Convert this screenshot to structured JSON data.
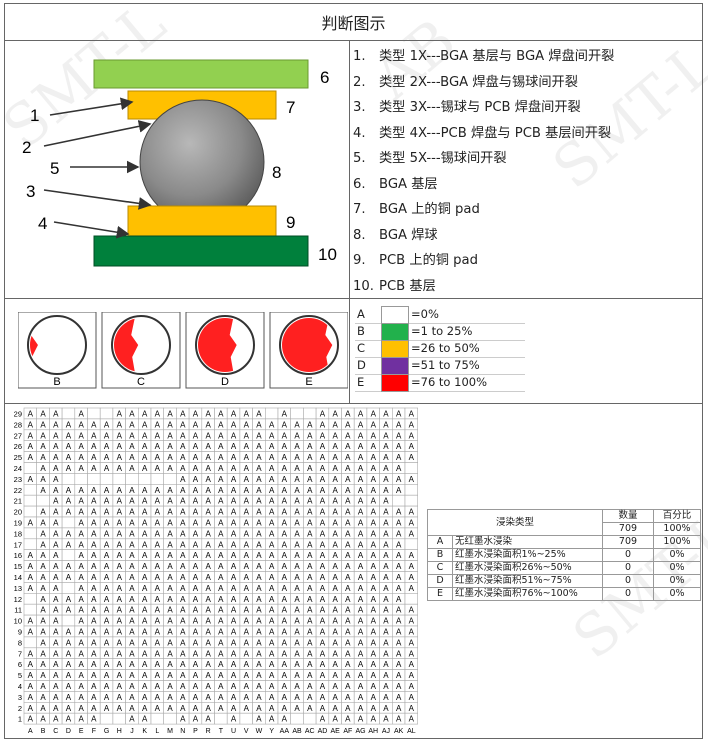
{
  "title": "判断图示",
  "diagram_numbers": [
    "1",
    "2",
    "3",
    "4",
    "5",
    "6",
    "7",
    "8",
    "9",
    "10"
  ],
  "items": [
    {
      "n": "1.",
      "text": "类型 1X---BGA 基层与 BGA 焊盘间开裂"
    },
    {
      "n": "2.",
      "text": "类型 2X---BGA 焊盘与锡球间开裂"
    },
    {
      "n": "3.",
      "text": "类型 3X---锡球与 PCB 焊盘间开裂"
    },
    {
      "n": "4.",
      "text": "类型 4X---PCB 焊盘与 PCB 基层间开裂"
    },
    {
      "n": "5.",
      "text": "类型 5X---锡球间开裂"
    },
    {
      "n": "6.",
      "text": "BGA 基层"
    },
    {
      "n": "7.",
      "text": "BGA 上的铜 pad"
    },
    {
      "n": "8.",
      "text": "BGA 焊球"
    },
    {
      "n": "9.",
      "text": "PCB 上的铜 pad"
    },
    {
      "n": "10.",
      "text": "PCB 基层"
    }
  ],
  "samples": [
    "B",
    "C",
    "D",
    "E"
  ],
  "sample_fill": [
    0.12,
    0.4,
    0.65,
    0.85
  ],
  "legend": [
    {
      "code": "A",
      "color": "#ffffff",
      "label": "=0%"
    },
    {
      "code": "B",
      "color": "#22b14c",
      "label": "=1 to 25%"
    },
    {
      "code": "C",
      "color": "#ffc000",
      "label": "=26 to 50%"
    },
    {
      "code": "D",
      "color": "#7030a0",
      "label": "=51 to 75%"
    },
    {
      "code": "E",
      "color": "#ff0000",
      "label": "=76 to 100%"
    }
  ],
  "grid": {
    "cols": [
      "A",
      "B",
      "C",
      "D",
      "E",
      "F",
      "G",
      "H",
      "J",
      "K",
      "L",
      "M",
      "N",
      "P",
      "R",
      "T",
      "U",
      "V",
      "W",
      "Y",
      "AA",
      "AB",
      "AC",
      "AD",
      "AE",
      "AF",
      "AG",
      "AH",
      "AJ",
      "AK",
      "AL"
    ],
    "rows": [
      {
        "label": "29",
        "cells": "AAA.A..AAAAAAAAAAAA.A..AAAAAAAA"
      },
      {
        "label": "28",
        "cells": "AAAAAAAAAAAAAAAAAAAAAAAAAAAAAAA"
      },
      {
        "label": "27",
        "cells": "AAAAAAAAAAAAAAAAAAAAAAAAAAAAAAA"
      },
      {
        "label": "26",
        "cells": "AAAAAAAAAAAAAAAAAAAAAAAAAAAAAAA"
      },
      {
        "label": "25",
        "cells": "AAAAAAAAAAAAAAAAAAAAAAAAAAAAAAA"
      },
      {
        "label": "24",
        "cells": ".AAAAAAAAAAAAAAAAAAAAAAAAAAAAA."
      },
      {
        "label": "23",
        "cells": "AAA.........AAAAAAAAAAAAAAAAAAA"
      },
      {
        "label": "22",
        "cells": ".AAAAAAAAAAAAAAAAAAAAAAAAAAAAA."
      },
      {
        "label": "21",
        "cells": "..AAAAAAAAAAAAAAAAAAAAAAAAAAA.."
      },
      {
        "label": "20",
        "cells": ".AAAAAAAAAAAAAAAAAAAAAAAAAAAAAA"
      },
      {
        "label": "19",
        "cells": "AAA.AAAAAAAAAAAAAAAAAAAAAAAAAAA"
      },
      {
        "label": "18",
        "cells": ".AAAAAAAAAAAAAAAAAAAAAAAAAAAAAA"
      },
      {
        "label": "17",
        "cells": ".AAAAAAAAAAAAAAAAAAAAAAAAAAAAA."
      },
      {
        "label": "16",
        "cells": "AAA.AAAAAAAAAAAAAAAAAAAAAAAAAAA"
      },
      {
        "label": "15",
        "cells": "AAAAAAAAAAAAAAAAAAAAAAAAAAAAAAA"
      },
      {
        "label": "14",
        "cells": "AAAAAAAAAAAAAAAAAAAAAAAAAAAAAAA"
      },
      {
        "label": "13",
        "cells": "AAA.AAAAAAAAAAAAAAAAAAAAAAAAAAA"
      },
      {
        "label": "12",
        "cells": ".AAAAAAAAAAAAAAAAAAAAAAAAAAAAA."
      },
      {
        "label": "11",
        "cells": ".AAAAAAAAAAAAAAAAAAAAAAAAAAAAAA"
      },
      {
        "label": "10",
        "cells": "AAA.AAAAAAAAAAAAAAAAAAAAAAAAAAA"
      },
      {
        "label": "9",
        "cells": "AAAAAAAAAAAAAAAAAAAAAAAAAAAAAAA"
      },
      {
        "label": "8",
        "cells": ".AAAAAAAAAAAAAAAAAAAAAAAAAAAAAA"
      },
      {
        "label": "7",
        "cells": "AAAAAAAAAAAAAAAAAAAAAAAAAAAAAAA"
      },
      {
        "label": "6",
        "cells": "AAAAAAAAAAAAAAAAAAAAAAAAAAAAAAA"
      },
      {
        "label": "5",
        "cells": "AAAAAAAAAAAAAAAAAAAAAAAAAAAAAAA"
      },
      {
        "label": "4",
        "cells": "AAAAAAAAAAAAAAAAAAAAAAAAAAAAAAA"
      },
      {
        "label": "3",
        "cells": "AAAAAAAAAAAAAAAAAAAAAAAAAAAAAAA"
      },
      {
        "label": "2",
        "cells": "AAAAAAAAAAAAAAAAAAAAAAAAAAAAAAA"
      },
      {
        "label": "1",
        "cells": "AAAAAA..AA..AAA.A.AAA..AAAAAAAA"
      }
    ]
  },
  "summary": {
    "h_type": "浸染类型",
    "h_count": "数量",
    "h_pct": "百分比",
    "total_count": "709",
    "total_pct": "100%",
    "rows": [
      {
        "code": "A",
        "desc": "无红墨水浸染",
        "count": "709",
        "pct": "100%"
      },
      {
        "code": "B",
        "desc": "红墨水浸染面积1%~25%",
        "count": "0",
        "pct": "0%"
      },
      {
        "code": "C",
        "desc": "红墨水浸染面积26%~50%",
        "count": "0",
        "pct": "0%"
      },
      {
        "code": "D",
        "desc": "红墨水浸染面积51%~75%",
        "count": "0",
        "pct": "0%"
      },
      {
        "code": "E",
        "desc": "红墨水浸染面积76%~100%",
        "count": "0",
        "pct": "0%"
      }
    ]
  },
  "colors": {
    "bga_substrate": "#92d050",
    "pad": "#ffc000",
    "pcb": "#00803c",
    "ball": "#7f7f7f",
    "dye": "#ff2020"
  }
}
